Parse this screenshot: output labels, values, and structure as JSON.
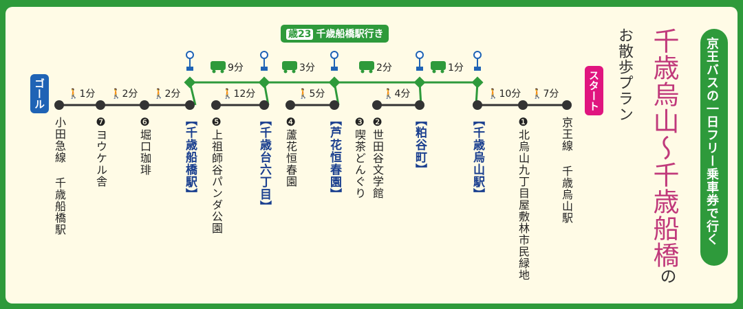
{
  "route_badge": {
    "number": "歳23",
    "label": "千歳船橋駅行き"
  },
  "title": "京王バスの一日フリー乗車券で行く",
  "heading": "千歳烏山〜千歳船橋",
  "heading_particle": "の",
  "subheading": "お散歩プラン",
  "start_label": "スタート",
  "goal_label": "ゴール",
  "walk_legs": [
    "10分",
    "7分",
    "4分",
    "5分",
    "12分",
    "2分",
    "2分",
    "1分"
  ],
  "bus_legs": [
    "9分",
    "3分",
    "2分",
    "1分"
  ],
  "stations": [
    {
      "name": "京王線 千歳烏山駅",
      "type": "rail"
    },
    {
      "name": "❶北烏山九丁目屋敷林市民緑地",
      "type": "spot"
    },
    {
      "name": "【千歳烏山駅】",
      "type": "bus"
    },
    {
      "name": "【粕谷町】",
      "type": "bus"
    },
    {
      "name": "❷世田谷文学館",
      "type": "spot"
    },
    {
      "name": "❸喫茶どんぐり",
      "type": "spot"
    },
    {
      "name": "【芦花恒春園】",
      "type": "bus"
    },
    {
      "name": "❹蘆花恒春園",
      "type": "spot"
    },
    {
      "name": "【千歳台六丁目】",
      "type": "bus"
    },
    {
      "name": "❺上祖師谷パンダ公園",
      "type": "spot"
    },
    {
      "name": "【千歳船橋駅】",
      "type": "bus"
    },
    {
      "name": "❻堀口珈琲",
      "type": "spot"
    },
    {
      "name": "❼ヨウケル舎",
      "type": "spot"
    },
    {
      "name": "小田急線 千歳船橋駅",
      "type": "rail"
    }
  ],
  "colors": {
    "green": "#2e9a3b",
    "pink": "#e0157f",
    "blue": "#1f63b5",
    "navy": "#1a3f8f"
  }
}
